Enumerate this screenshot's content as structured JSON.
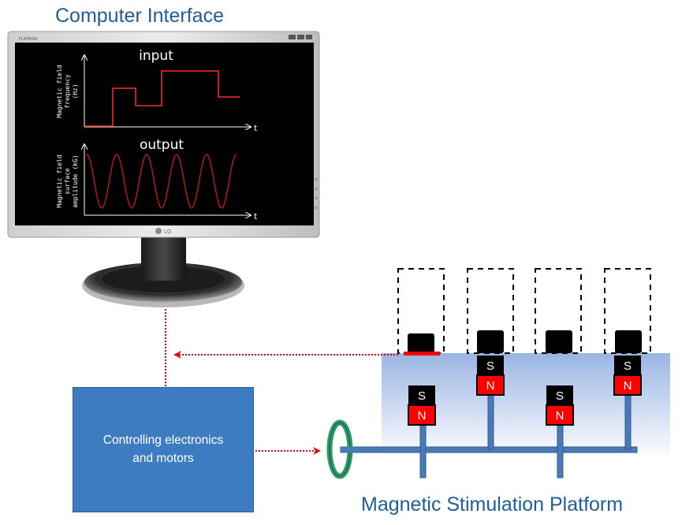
{
  "titles": {
    "computer_interface": "Computer Interface",
    "platform": "Magnetic Stimulation Platform"
  },
  "controller": {
    "label": "Controlling electronics\nand motors"
  },
  "monitor": {
    "brand_top": "FLATRON",
    "brand_logo": "LG",
    "input_chart": {
      "title": "input",
      "ylabel": [
        "Magnetic field",
        "frequency",
        "(Hz)"
      ],
      "xlabel": "t"
    },
    "output_chart": {
      "title": "output",
      "ylabel": [
        "Magnetic field",
        "surface",
        "amplitude (kG)"
      ],
      "xlabel": "t"
    }
  },
  "magnets": {
    "south_label": "S",
    "north_label": "N"
  },
  "colors": {
    "title_blue": "#1f5c99",
    "controller_fill": "#3e7cc1",
    "arrow_red": "#e0000f",
    "rod_blue": "#4a7ab5",
    "ring_green": "#2f9a6b",
    "signal_red": "#ff2a2a"
  }
}
